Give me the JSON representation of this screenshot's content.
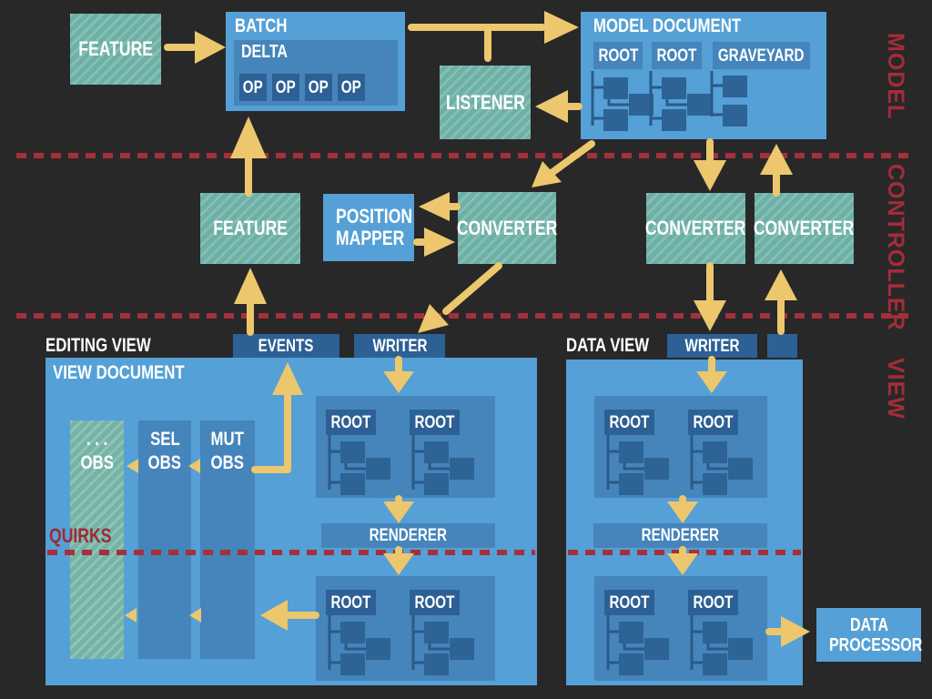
{
  "colors": {
    "background": "#282828",
    "box_blue": "#55a0d6",
    "panel_blue": "#4585bb",
    "dark_blue": "#2d6095",
    "teal_hatched": "#6cb0a6",
    "arrow_yellow": "#ecc76d",
    "red_accent": "#a5303a"
  },
  "side_labels": {
    "model": "MODEL",
    "controller": "CONTROLLER",
    "view": "VIEW"
  },
  "model_band": {
    "feature_label": "FEATURE",
    "batch": {
      "title": "BATCH",
      "delta_title": "DELTA",
      "ops": [
        "OP",
        "OP",
        "OP",
        "OP"
      ]
    },
    "listener_label": "LISTENER",
    "model_document": {
      "title": "MODEL DOCUMENT",
      "root1": "ROOT",
      "root2": "ROOT",
      "graveyard": "GRAVEYARD"
    }
  },
  "controller_band": {
    "feature_label": "FEATURE",
    "position_mapper_label": "POSITION MAPPER",
    "converter_mid_label": "CONVERTER",
    "converter_left_label": "CONVERTER",
    "converter_right_label": "CONVERTER"
  },
  "view_band": {
    "editing_view": {
      "title": "EDITING VIEW",
      "events_tab": "EVENTS",
      "writer_tab": "WRITER",
      "document_title": "VIEW DOCUMENT",
      "obs1_line1": ". . .",
      "obs1_line2": "OBS",
      "obs2_line1": "SEL",
      "obs2_line2": "OBS",
      "obs3_line1": "MUT",
      "obs3_line2": "OBS",
      "quirks_label": "QUIRKS",
      "renderer_label": "RENDERER",
      "root_top_1": "ROOT",
      "root_top_2": "ROOT",
      "root_bottom_1": "ROOT",
      "root_bottom_2": "ROOT"
    },
    "data_view": {
      "title": "DATA VIEW",
      "writer_tab": "WRITER",
      "renderer_label": "RENDERER",
      "root_top_1": "ROOT",
      "root_top_2": "ROOT",
      "root_bottom_1": "ROOT",
      "root_bottom_2": "ROOT"
    },
    "data_processor_label": "DATA PROCESSOR"
  },
  "connections": [
    "feature -> batch",
    "batch -> model-document",
    "model-document -> listener",
    "model-document -> converter-mid",
    "converter-mid <-> position-mapper",
    "converter-mid -> editing-writer",
    "model-document -> converter-left",
    "converter-right -> model-document",
    "converter-left -> data-writer",
    "data-view -> converter-right",
    "events -> feature-controller",
    "feature-controller -> batch",
    "writer -> roots -> renderer -> roots",
    "roots -> mut-obs -> sel-obs -> obs",
    "mut-obs -> events",
    "data-view -> data-processor"
  ]
}
